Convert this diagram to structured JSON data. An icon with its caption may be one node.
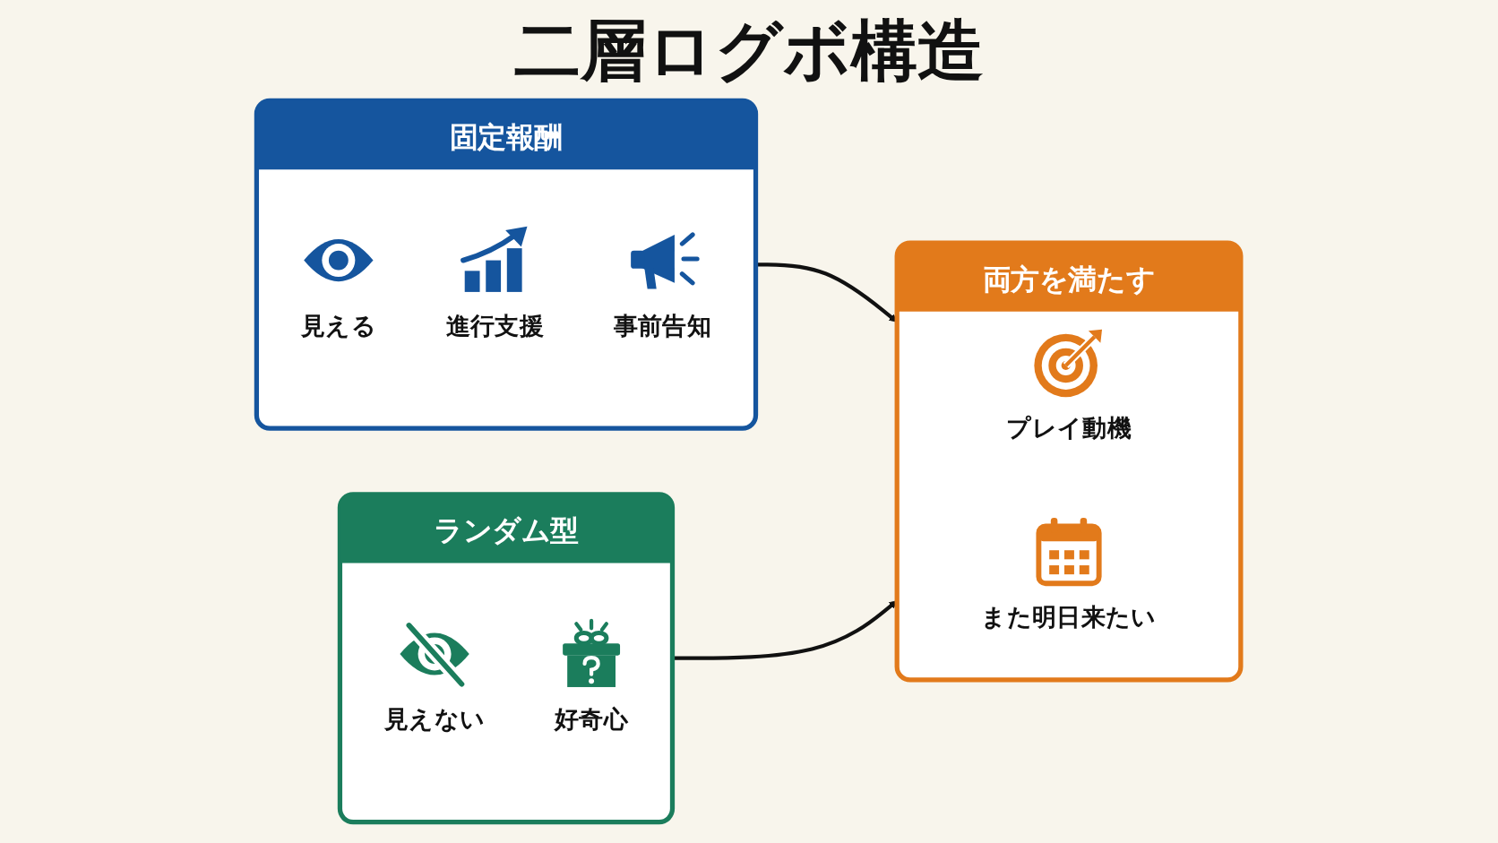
{
  "diagram": {
    "title": "二層ログボ構造",
    "nodes": [
      {
        "text": [
          "固定報酬"
        ]
      },
      {
        "text": [
          "見える"
        ],
        "in": 0
      },
      {
        "text": [
          "進行支援"
        ],
        "in": 0
      },
      {
        "text": [
          "事前告知"
        ],
        "in": 0
      },
      {
        "text": [
          "ランダム型"
        ]
      },
      {
        "text": [
          "見えない"
        ],
        "in": 4
      },
      {
        "text": [
          "好奇心"
        ],
        "in": 4
      },
      {
        "text": [
          "両方を満たす"
        ]
      },
      {
        "text": [
          "プレイ動機"
        ],
        "in": 7
      },
      {
        "text": [
          "また明日来たい"
        ],
        "in": 7
      }
    ],
    "edges": [
      {
        "from": 0,
        "to": 7,
        "arrow": "to"
      },
      {
        "from": 4,
        "to": 7,
        "arrow": "to"
      }
    ]
  }
}
